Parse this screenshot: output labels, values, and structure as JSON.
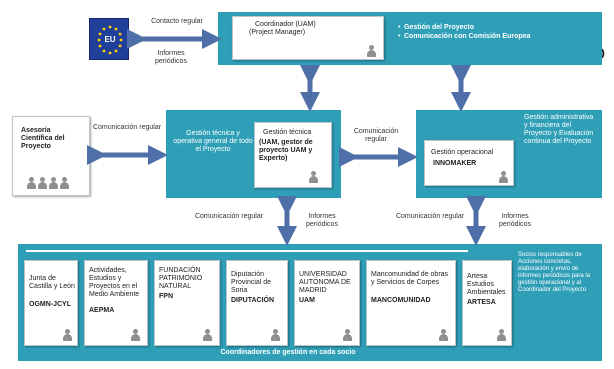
{
  "eu_flag": {
    "text": "EU",
    "color": "#1f3f9a",
    "star_color": "#ffd200"
  },
  "letter": "o",
  "top_box": {
    "title": "Coordinador (UAM)",
    "subtitle": "(Project Manager)",
    "bullets": [
      "Gestión del Proyecto",
      "Comunicación con Comisión Europea"
    ]
  },
  "eu_link": {
    "top": "Contacto regular",
    "bottom": "Informes periódicos"
  },
  "advisory": {
    "title": "Asesoría Científica del Proyecto"
  },
  "advisory_link": "Comunicación regular",
  "tech_box": {
    "side_text": "Gestión técnica y operativa general de todo el Proyecto",
    "inner_title": "Gestión técnica",
    "inner_body": "(UAM, gestor de proyecto UAM y Experto)"
  },
  "middle_link": "Comunicación regular",
  "admin_box": {
    "side_text": "Gestión administrativa y financiera del Proyecto y Evaluación continua del Proyecto",
    "inner_title": "Gestión operacional",
    "inner_org": "INNOMAKER"
  },
  "left_link": {
    "left": "Comunicación regular",
    "right": "Informes periódicos"
  },
  "right_link": {
    "left": "Comunicación regular",
    "right": "Informes periódicos"
  },
  "partners": [
    {
      "name": "Junta de Castilla y León",
      "abbr": "OGMN-JCYL"
    },
    {
      "name": "Actividades, Estudios y Proyectos en el Medio Ambiente",
      "abbr": "AEPMA"
    },
    {
      "name": "FUNDACIÓN PATRIMONIO NATURAL",
      "abbr": "FPN"
    },
    {
      "name": "Diputación Provincial de Soria",
      "abbr": "DIPUTACIÓN"
    },
    {
      "name": "UNIVERSIDAD AUTÓNOMA DE MADRID",
      "abbr": "UAM"
    },
    {
      "name": "Mancomunidad de obras y Servicios de Corpes",
      "abbr": "MANCOMUNIDAD"
    },
    {
      "name": "Artesa Estudios Ambientales",
      "abbr": "ARTESA"
    }
  ],
  "partners_caption": "Coordinadores de gestión en cada socio",
  "partners_note": "Socios responsables de Acciones concretas, elaboración y envío de informes periódicos para la gestión operacional y al Coordinador del Proyecto",
  "colors": {
    "teal": "#2f9fb7",
    "arrow": "#4f6fa8"
  },
  "icons": {
    "person": "person-icon",
    "arrow": "double-arrow-icon"
  }
}
